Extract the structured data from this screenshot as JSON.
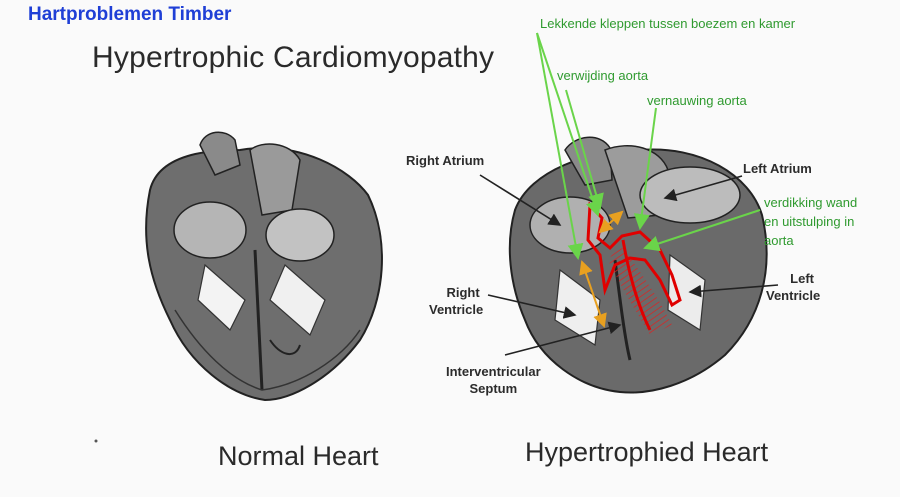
{
  "header": "Hartproblemen Timber",
  "title": "Hypertrophic Cardiomyopathy",
  "captions": {
    "normal": "Normal Heart",
    "hypertrophied": "Hypertrophied Heart"
  },
  "labels": {
    "right_atrium": "Right Atrium",
    "left_atrium": "Left Atrium",
    "right_ventricle": [
      "Right",
      "Ventricle"
    ],
    "left_ventricle": [
      "Left",
      "Ventricle"
    ],
    "septum": [
      "Interventricular",
      "Septum"
    ]
  },
  "annotations": {
    "leaking_valves": "Lekkende kleppen tussen boezem en kamer",
    "aorta_widening": "verwijding aorta",
    "aorta_narrowing": "vernauwing aorta",
    "wall_thickening": [
      "verdikking wand",
      "en uitstulping in",
      "aorta"
    ]
  },
  "colors": {
    "header": "#1f3fd6",
    "annotation": "#2f9a2f",
    "highlight": "#e00000",
    "arrow": "#e8a020"
  }
}
